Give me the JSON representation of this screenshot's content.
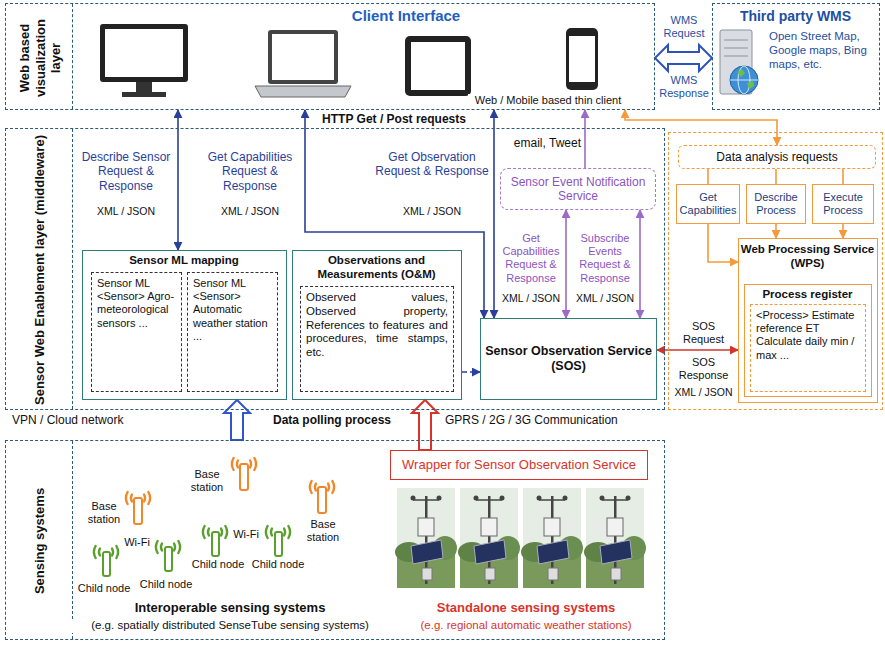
{
  "diagram": {
    "nodes": [
      {
        "text": [
          "Web based visualization layer",
          "Client Interface"
        ]
      },
      {
        "text": [
          "Third party WMS",
          "Open Street Map, Google maps, Bing maps, etc."
        ]
      },
      {
        "text": [
          "Sensor Web Enablement layer (middleware)"
        ]
      },
      {
        "text": [
          "Sensor ML mapping"
        ],
        "in": 2
      },
      {
        "text": [
          "Sensor ML <Sensor> Agro-meteorological sensors ..."
        ],
        "in": 3
      },
      {
        "text": [
          "Sensor ML <Sensor> Automatic weather station ..."
        ],
        "in": 3
      },
      {
        "text": [
          "Observations and Measurements (O&M)"
        ],
        "in": 2
      },
      {
        "text": [
          "Observed values, Observed property, References to features and procedures, time stamps, etc."
        ],
        "in": 6
      },
      {
        "text": [
          "Sensor Event Notification Service"
        ],
        "in": 2
      },
      {
        "text": [
          "Sensor Observation Service (SOS)"
        ],
        "in": 2
      },
      {
        "text": [
          "Data analysis requests"
        ]
      },
      {
        "text": [
          "Get Capabilities"
        ]
      },
      {
        "text": [
          "Describe Process"
        ]
      },
      {
        "text": [
          "Execute Process"
        ]
      },
      {
        "text": [
          "Web Processing Service (WPS)"
        ]
      },
      {
        "text": [
          "Process register"
        ],
        "in": 14
      },
      {
        "text": [
          "<Process> Estimate reference ET Calculate daily min / max ..."
        ],
        "in": 15
      },
      {
        "text": [
          "Sensing systems"
        ]
      },
      {
        "text": [
          "Wrapper for Sensor Observation Service"
        ],
        "in": 17
      }
    ],
    "edges": [
      {
        "from": 0,
        "to": 1,
        "arrow": "both",
        "label": "WMS Request"
      },
      {
        "from": 0,
        "to": 3,
        "arrow": "both",
        "label": "Describe Sensor Request & Response"
      },
      {
        "from": 0,
        "to": 9,
        "arrow": "both",
        "label": "Get Capabilities Request & Response"
      },
      {
        "from": 0,
        "to": 9,
        "arrow": "both",
        "label": "Get Observation Request & Response"
      },
      {
        "from": 8,
        "to": 0,
        "arrow": "to",
        "label": "email, Tweet"
      },
      {
        "from": 8,
        "to": 9,
        "arrow": "both",
        "label": "Get Capabilities Request & Response"
      },
      {
        "from": 8,
        "to": 9,
        "arrow": "both",
        "label": "Subscribe Events Request & Response"
      },
      {
        "from": 6,
        "to": 9,
        "arrow": "to"
      },
      {
        "from": 9,
        "to": 14,
        "arrow": "both",
        "label": "SOS Request"
      },
      {
        "from": 0,
        "to": 10,
        "arrow": "both"
      },
      {
        "from": 10,
        "to": 11,
        "arrow": "none"
      },
      {
        "from": 10,
        "to": 12,
        "arrow": "none"
      },
      {
        "from": 10,
        "to": 13,
        "arrow": "none"
      },
      {
        "from": 11,
        "to": 14,
        "arrow": "to"
      },
      {
        "from": 12,
        "to": 14,
        "arrow": "to"
      },
      {
        "from": 13,
        "to": 14,
        "arrow": "to"
      },
      {
        "from": 17,
        "to": 3,
        "arrow": "to"
      },
      {
        "from": 18,
        "to": 6,
        "arrow": "to"
      }
    ],
    "labels": [
      "WMS Response",
      "Web / Mobile based thin client",
      "HTTP Get / Post requests",
      "XML / JSON",
      "XML / JSON",
      "XML / JSON",
      "XML / JSON",
      "XML / JSON",
      "SOS Response",
      "XML / JSON",
      "VPN / Cloud network",
      "Data polling process",
      "GPRS / 2G / 3G Communication",
      "Base station",
      "Base station",
      "Base station",
      "Wi-Fi",
      "Wi-Fi",
      "Child node",
      "Child node",
      "Child node",
      "Child node",
      "Interoperable sensing systems",
      "(e.g. spatially distributed SenseTube sensing systems)",
      "Standalone sensing systems",
      "(e.g. regional automatic weather stations)"
    ]
  }
}
